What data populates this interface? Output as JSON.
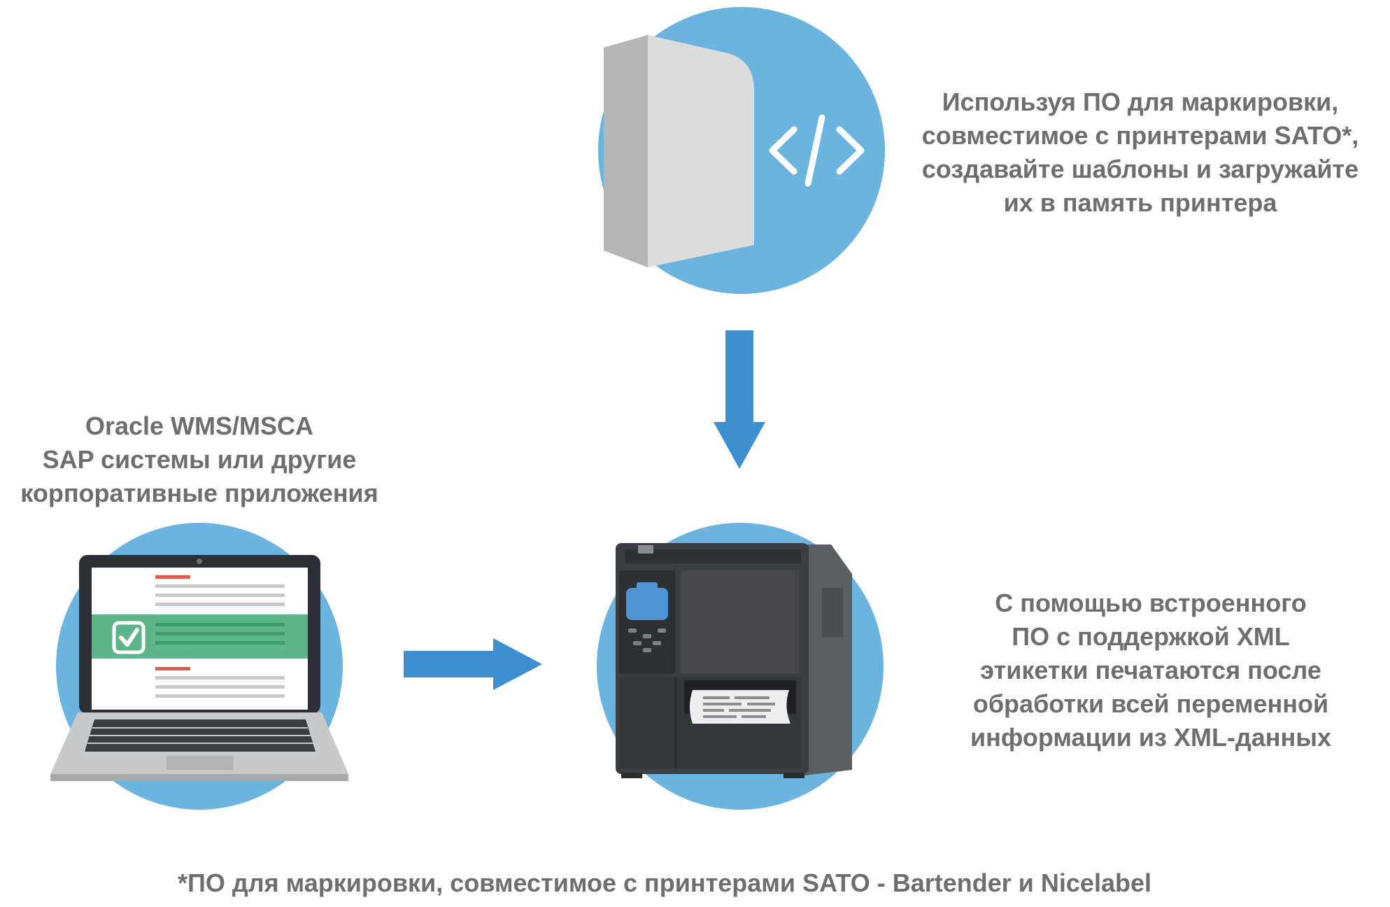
{
  "captions": {
    "software": [
      "Используя ПО для маркировки,",
      "совместимое с принтерами SATO*,",
      "создавайте шаблоны и загружайте",
      "их в память принтера"
    ],
    "enterprise": [
      "Oracle WMS/MSCA",
      "SAP системы или другие",
      "корпоративные приложения"
    ],
    "printer": [
      "С помощью встроенного",
      "ПО с поддержкой XML",
      "этикетки печатаются после",
      "обработки всей переменной",
      "информации из XML-данных"
    ]
  },
  "footnote": "*ПО для маркировки, совместимое с принтерами SATO - Bartender и Nicelabel",
  "icons": {
    "software_box": "code-box-icon",
    "laptop": "laptop-icon",
    "printer": "label-printer-icon",
    "arrow_down": "arrow-down-icon",
    "arrow_right": "arrow-right-icon"
  },
  "colors": {
    "circle": "#6cb4e0",
    "arrow": "#3d8fcf",
    "text": "#6d6e70",
    "check_bar": "#5cb58b",
    "accent_red": "#e05a4f"
  }
}
